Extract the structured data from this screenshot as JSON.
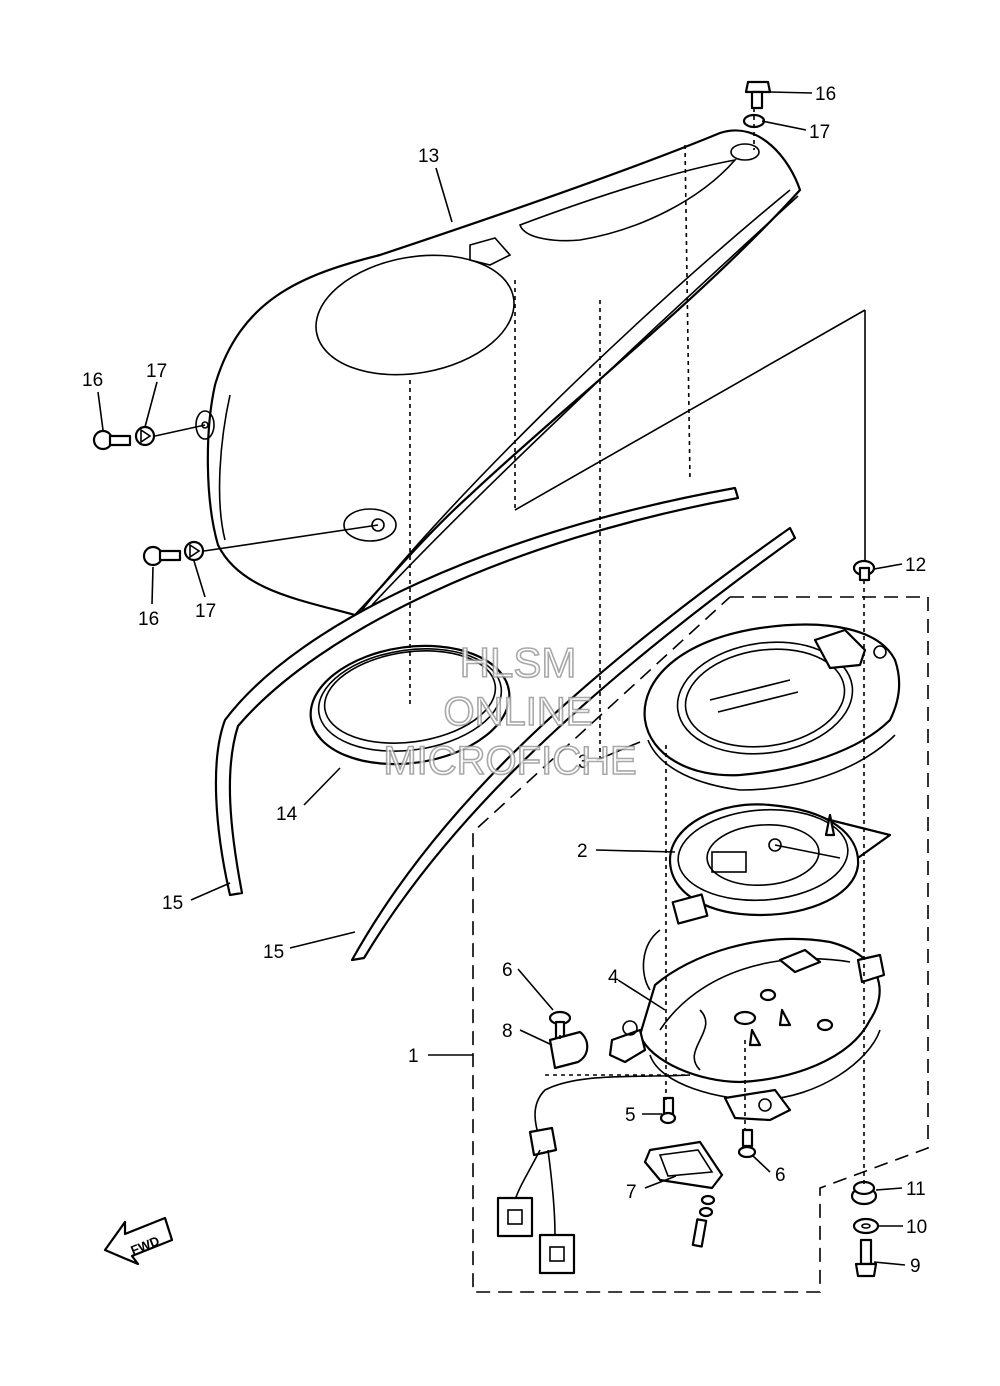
{
  "watermark": {
    "line1": "HLSM",
    "line2": "ONLINE",
    "line3": "MICROFICHE"
  },
  "direction_arrow": {
    "label": "FWD",
    "icon": "fwd-arrow-icon"
  },
  "callouts": [
    {
      "id": "13",
      "text": "13"
    },
    {
      "id": "16a",
      "text": "16"
    },
    {
      "id": "17a",
      "text": "17"
    },
    {
      "id": "16b",
      "text": "16"
    },
    {
      "id": "17b",
      "text": "17"
    },
    {
      "id": "16c",
      "text": "16"
    },
    {
      "id": "17c",
      "text": "17"
    },
    {
      "id": "12",
      "text": "12"
    },
    {
      "id": "3",
      "text": "3"
    },
    {
      "id": "14",
      "text": "14"
    },
    {
      "id": "15a",
      "text": "15"
    },
    {
      "id": "15b",
      "text": "15"
    },
    {
      "id": "2",
      "text": "2"
    },
    {
      "id": "6a",
      "text": "6"
    },
    {
      "id": "4",
      "text": "4"
    },
    {
      "id": "8",
      "text": "8"
    },
    {
      "id": "1",
      "text": "1"
    },
    {
      "id": "5",
      "text": "5"
    },
    {
      "id": "6b",
      "text": "6"
    },
    {
      "id": "7",
      "text": "7"
    },
    {
      "id": "11",
      "text": "11"
    },
    {
      "id": "10",
      "text": "10"
    },
    {
      "id": "9",
      "text": "9"
    }
  ]
}
